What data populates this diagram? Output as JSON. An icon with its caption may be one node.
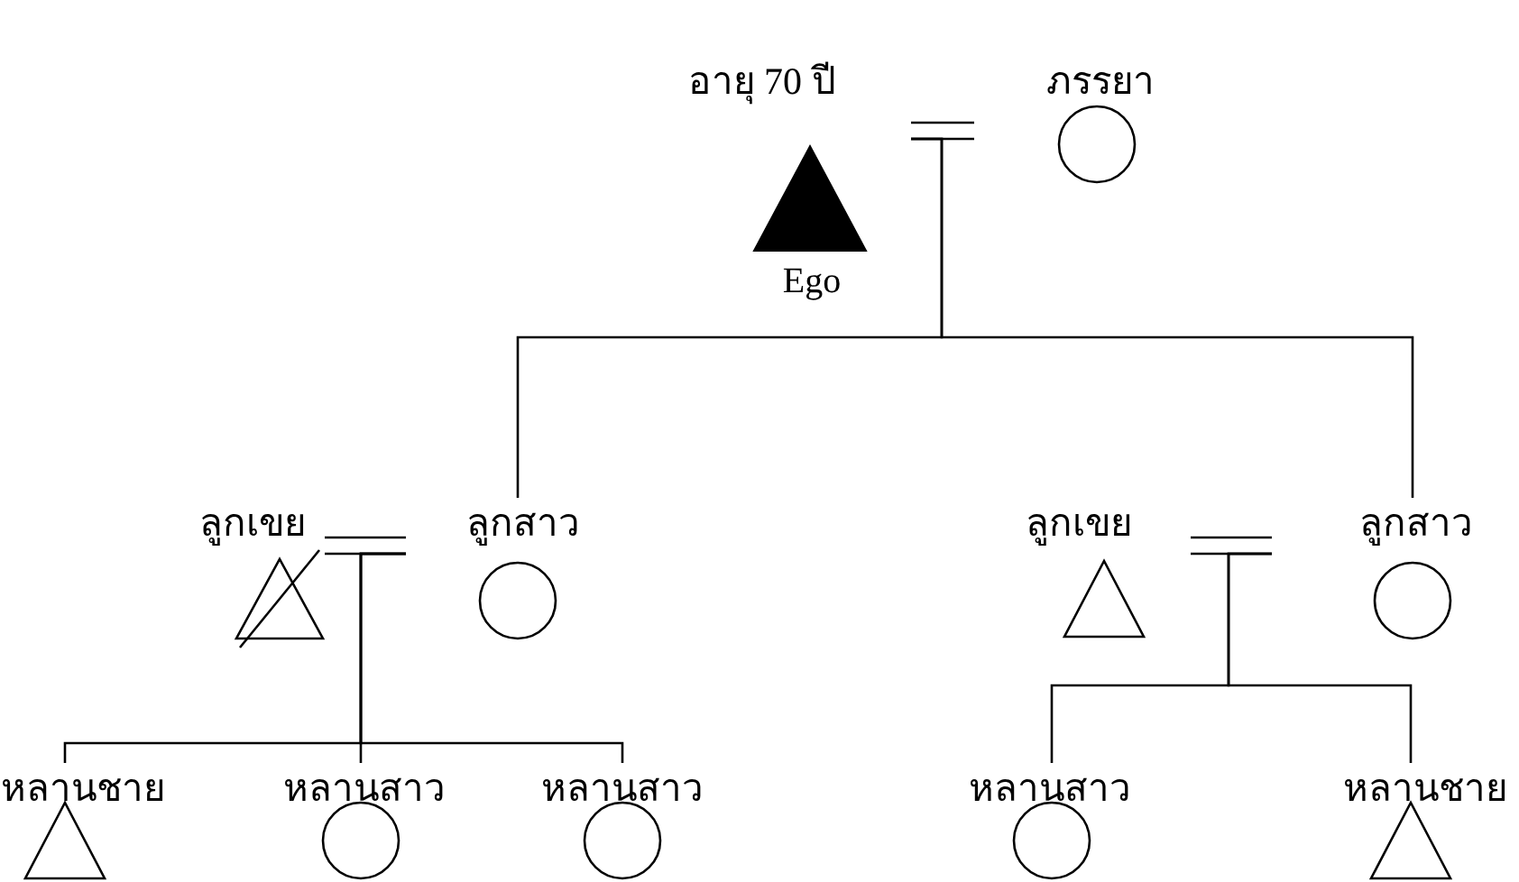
{
  "diagram": {
    "nodes": [
      {
        "text": [
          "อายุ 70 ปี"
        ],
        "beside": [
          "Ego"
        ]
      },
      {
        "text": [
          "ภรรยา"
        ]
      },
      {
        "text": [
          "ลูกเขย"
        ]
      },
      {
        "text": [
          "ลูกสาว"
        ]
      },
      {
        "text": [
          "ลูกเขย"
        ]
      },
      {
        "text": [
          "ลูกสาว"
        ]
      },
      {
        "text": [
          "หลานชาย"
        ]
      },
      {
        "text": [
          "หลานสาว"
        ]
      },
      {
        "text": [
          "หลานสาว"
        ]
      },
      {
        "text": [
          "หลานสาว"
        ]
      },
      {
        "text": [
          "หลานชาย"
        ]
      }
    ],
    "edges": [
      {
        "from": 0,
        "to": 1,
        "arrow": "none"
      },
      {
        "from": 0,
        "to": 3,
        "arrow": "none"
      },
      {
        "from": 0,
        "to": 5,
        "arrow": "none"
      },
      {
        "from": 2,
        "to": 3,
        "arrow": "none"
      },
      {
        "from": 3,
        "to": 6,
        "arrow": "none"
      },
      {
        "from": 3,
        "to": 7,
        "arrow": "none"
      },
      {
        "from": 3,
        "to": 8,
        "arrow": "none"
      },
      {
        "from": 4,
        "to": 5,
        "arrow": "none"
      },
      {
        "from": 5,
        "to": 9,
        "arrow": "none"
      },
      {
        "from": 5,
        "to": 10,
        "arrow": "none"
      }
    ]
  }
}
